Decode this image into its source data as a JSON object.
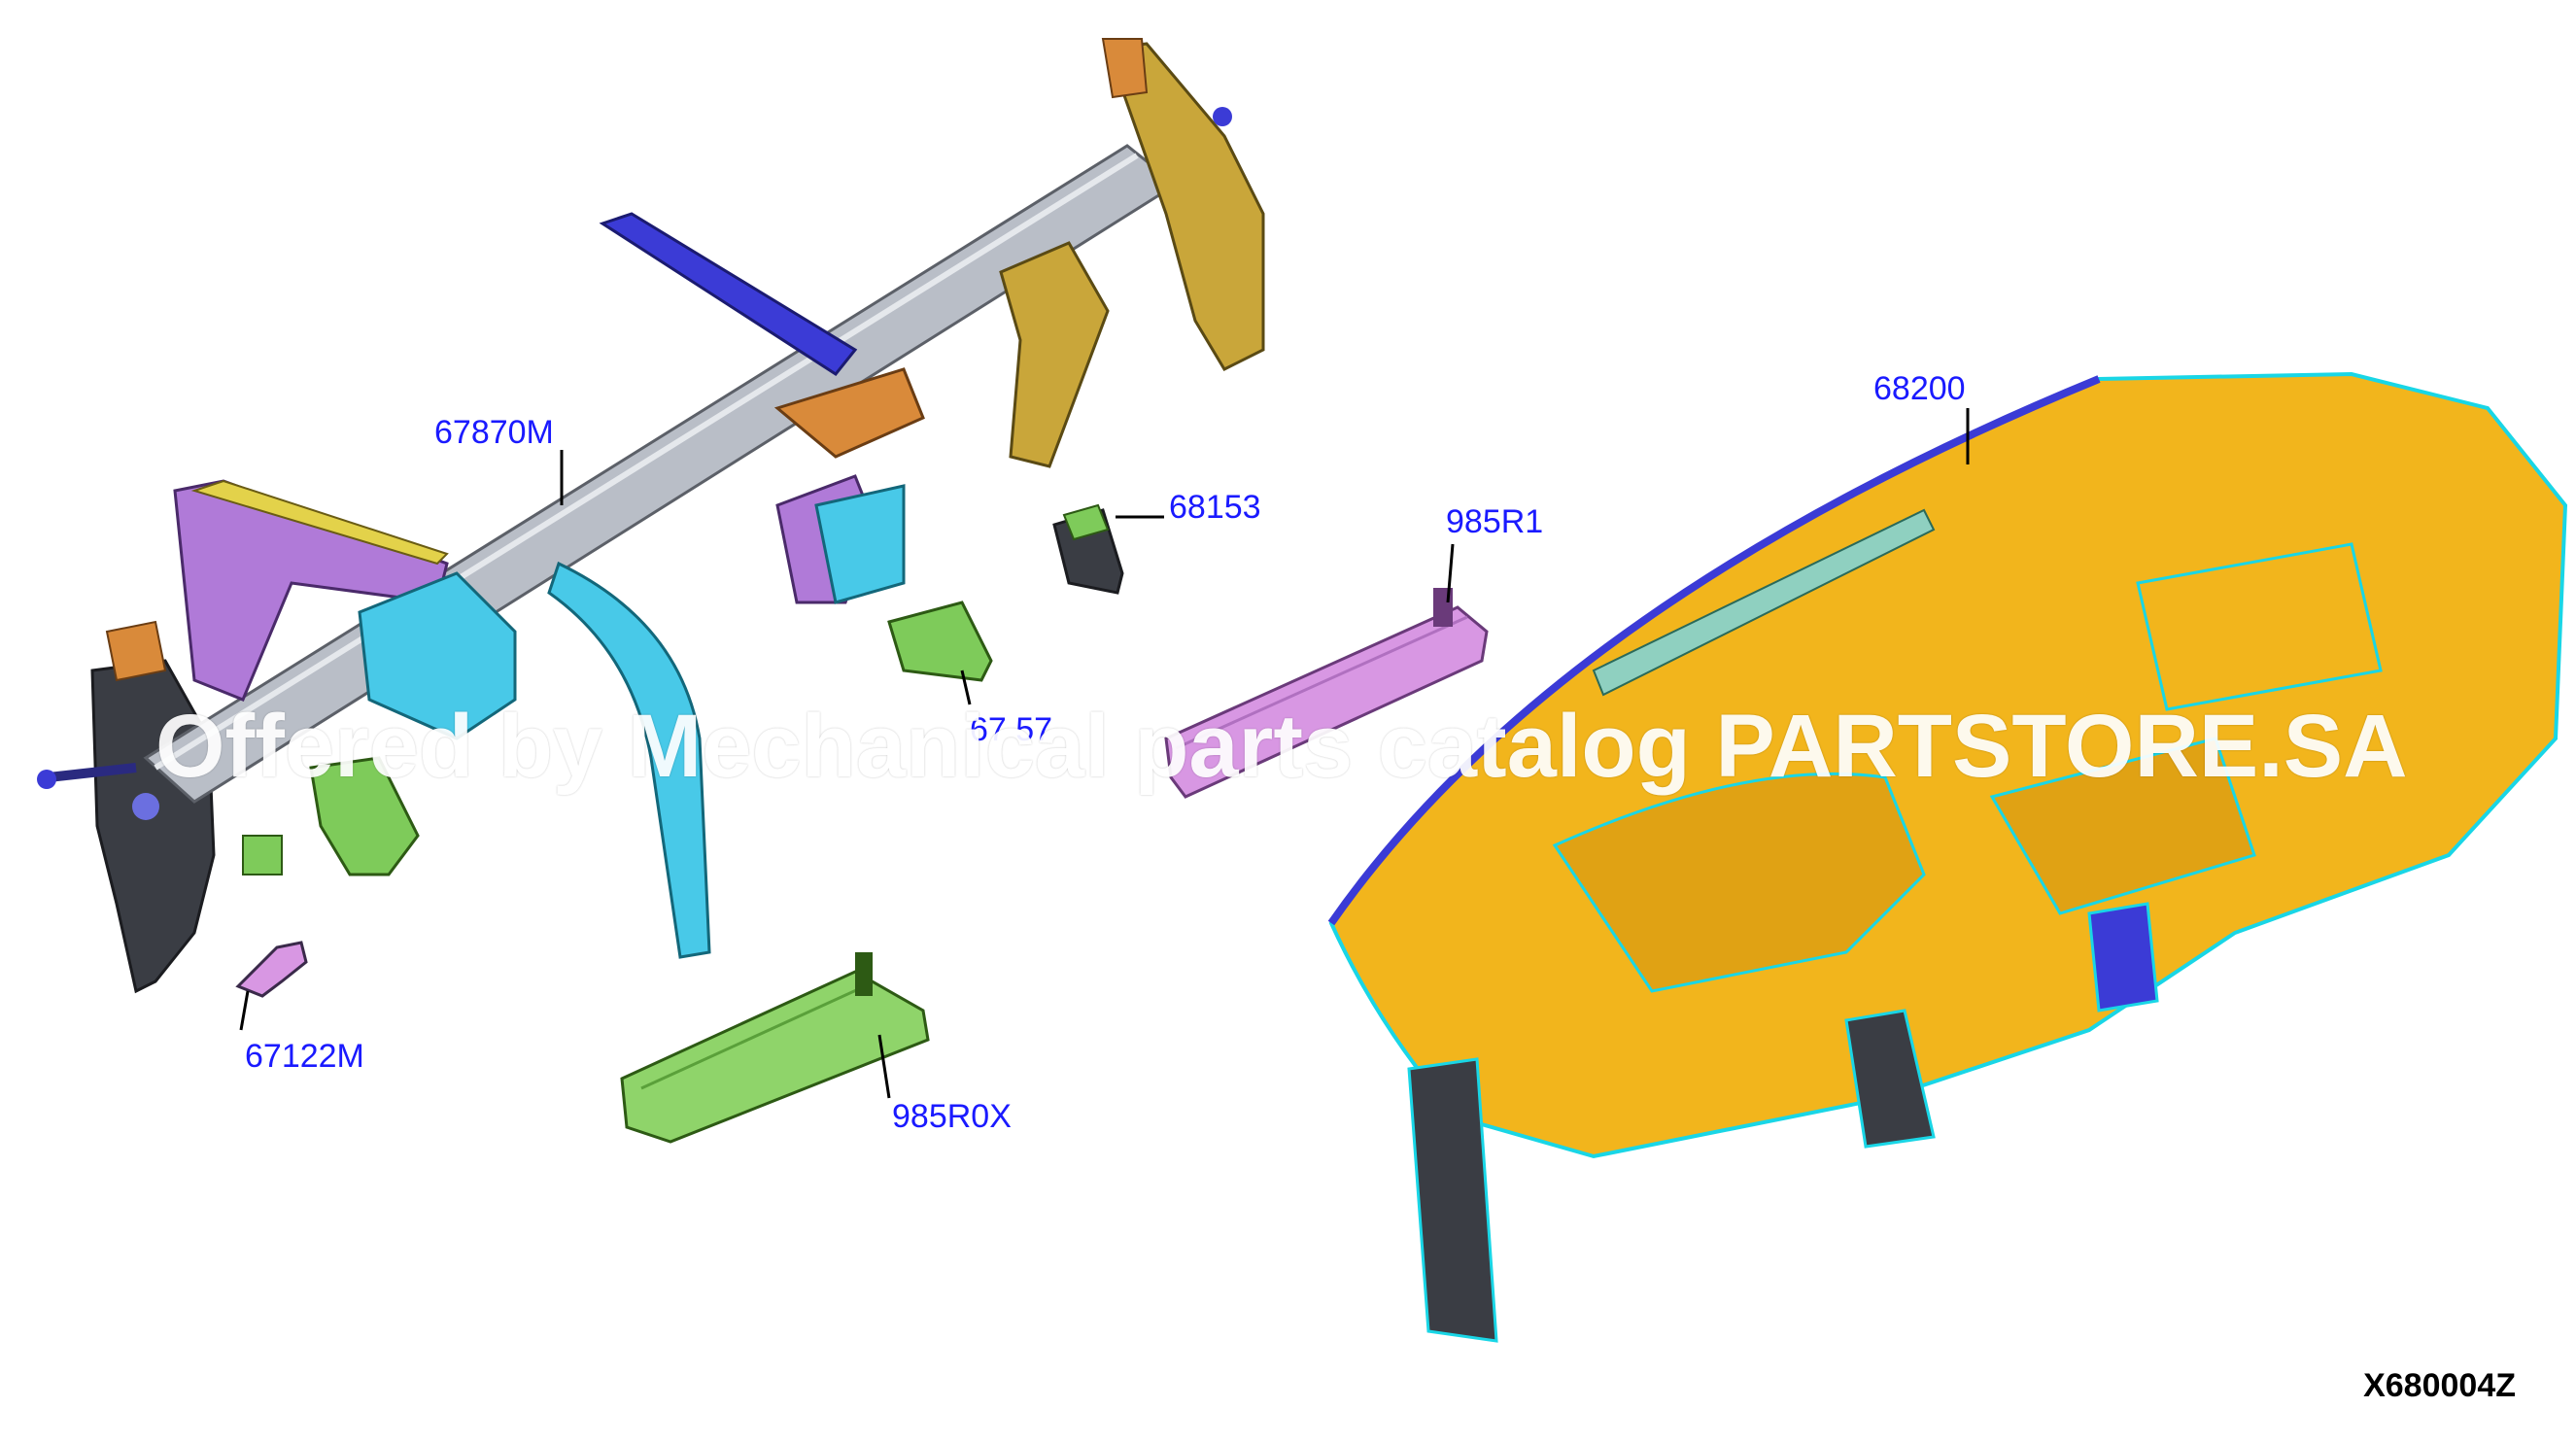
{
  "callouts": {
    "c67870M": "67870M",
    "c68153": "68153",
    "c985R1": "985R1",
    "c68200": "68200",
    "c67122M": "67122M",
    "c985R0X": "985R0X",
    "c6715x": "67 57"
  },
  "diagram_code": "X680004Z",
  "watermark": "Offered by Mechanical parts catalog PARTSTORE.SA",
  "colors": {
    "callout_text": "#1a1aff",
    "dashboard": "#f2b51c",
    "dashboard_outline": "#19d6e6",
    "beam": "#b9bec7",
    "blue_strut": "#3b3bd6",
    "cyan_part": "#48c9e8",
    "purple_part": "#b07ad8",
    "green_part": "#7ecb5a",
    "orange_part": "#d98a3a",
    "olive_part": "#c9a63a",
    "pink_part": "#d897e3"
  }
}
